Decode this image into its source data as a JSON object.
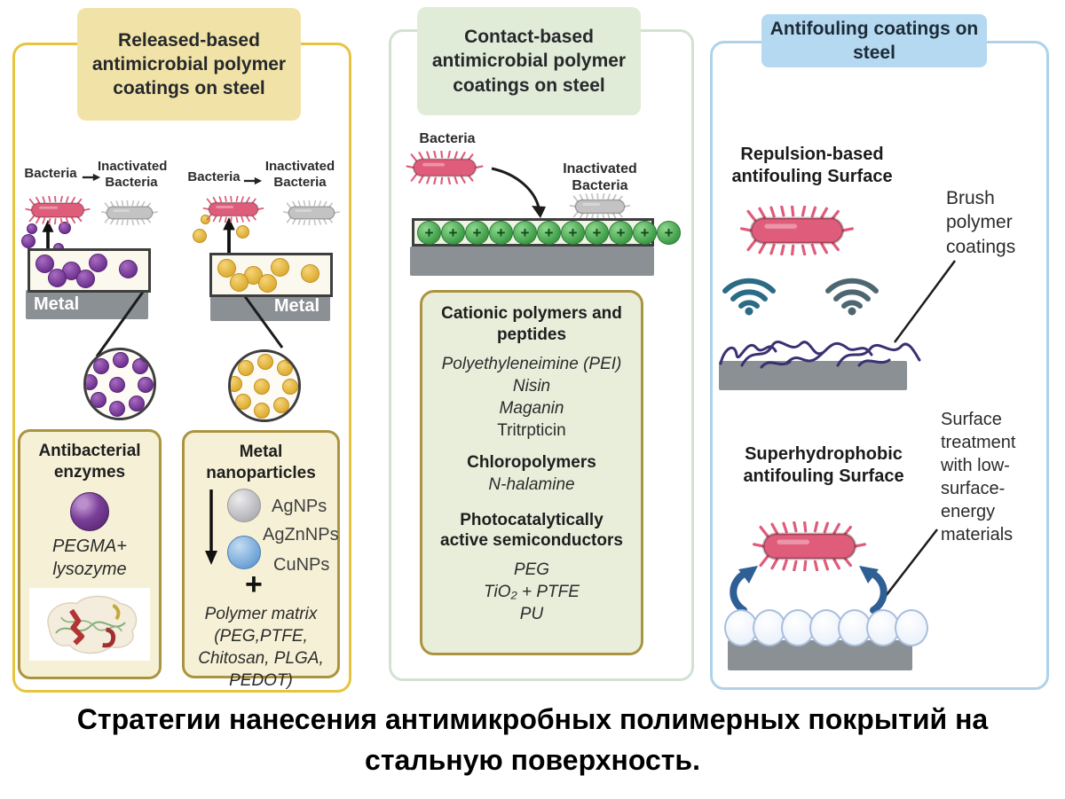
{
  "symbols": {
    "plus": "+"
  },
  "icons": {
    "bacterium": "capsule-with-pili",
    "repulsion_waves": "wifi-style-arcs",
    "zoom_inset": "magnified-circle",
    "arrows": [
      "up-arrow",
      "down-arrow",
      "right-arrow",
      "curved-arrow"
    ]
  },
  "colors": {
    "left_border": "#e7c440",
    "left_header_bg": "#f1e3a7",
    "subbox_bg": "#f6f1d6",
    "subbox_border": "#ab9440",
    "mid_border": "#d3e1d2",
    "mid_header_bg": "#e0ebd8",
    "mid_box_bg": "#e9eedb",
    "right_border": "#aed2ec",
    "right_header_bg": "#b5d9f1",
    "bacteria_pink": "#e05c7b",
    "bacteria_gray": "#c3c3c3",
    "enzyme_purple": "#7b3f98",
    "nanoparticle_yellow": "#eec44f",
    "cationic_green": "#3c9a46",
    "metal_gray": "#8b9095",
    "brush_polymer": "#3a3173",
    "wave_teal": "#2a6b86",
    "wave_slate": "#4e6672",
    "bounce_arrow_blue": "#2e5f95"
  },
  "left_panel": {
    "header": "Released-based antimicrobial polymer coatings on steel",
    "enzyme_column": {
      "bacteria_label": "Bacteria",
      "inactivated_label": "Inactivated Bacteria",
      "metal_label": "Metal",
      "box_title": "Antibacterial enzymes",
      "box_lines": [
        "PEGMA+",
        "lysozyme"
      ]
    },
    "nanoparticle_column": {
      "bacteria_label": "Bacteria",
      "inactivated_label": "Inactivated Bacteria",
      "metal_label": "Metal",
      "box_title": "Metal nanoparticles",
      "nanoparticles": [
        "AgNPs",
        "AgZnNPs",
        "CuNPs"
      ],
      "matrix_lines": [
        "Polymer matrix",
        "(PEG,PTFE,",
        "Chitosan, PLGA,",
        "PEDOT)"
      ]
    }
  },
  "middle_panel": {
    "header": "Contact-based antimicrobial polymer coatings on steel",
    "bacteria_label": "Bacteria",
    "inactivated_label": "Inactivated Bacteria",
    "box": {
      "cationic_title": "Cationic polymers and peptides",
      "cationic_items": [
        "Polyethyleneimine (PEI)",
        "Nisin",
        "Maganin",
        "Tritrpticin"
      ],
      "chloro_title": "Chloropolymers",
      "chloro_item": "N-halamine",
      "photo_title": "Photocatalytically active semiconductors",
      "photo_items": [
        "PEG",
        "TiO₂ + PTFE",
        "PU"
      ]
    }
  },
  "right_panel": {
    "header": "Antifouling coatings on steel",
    "repulsion_title": "Repulsion-based antifouling Surface",
    "brush_label": "Brush polymer coatings",
    "superhydrophobic_title": "Superhydrophobic antifouling Surface",
    "surface_label": "Surface treatment with low-surface-energy materials"
  },
  "caption": "Стратегии нанесения антимикробных полимерных покрытий на стальную поверхность."
}
